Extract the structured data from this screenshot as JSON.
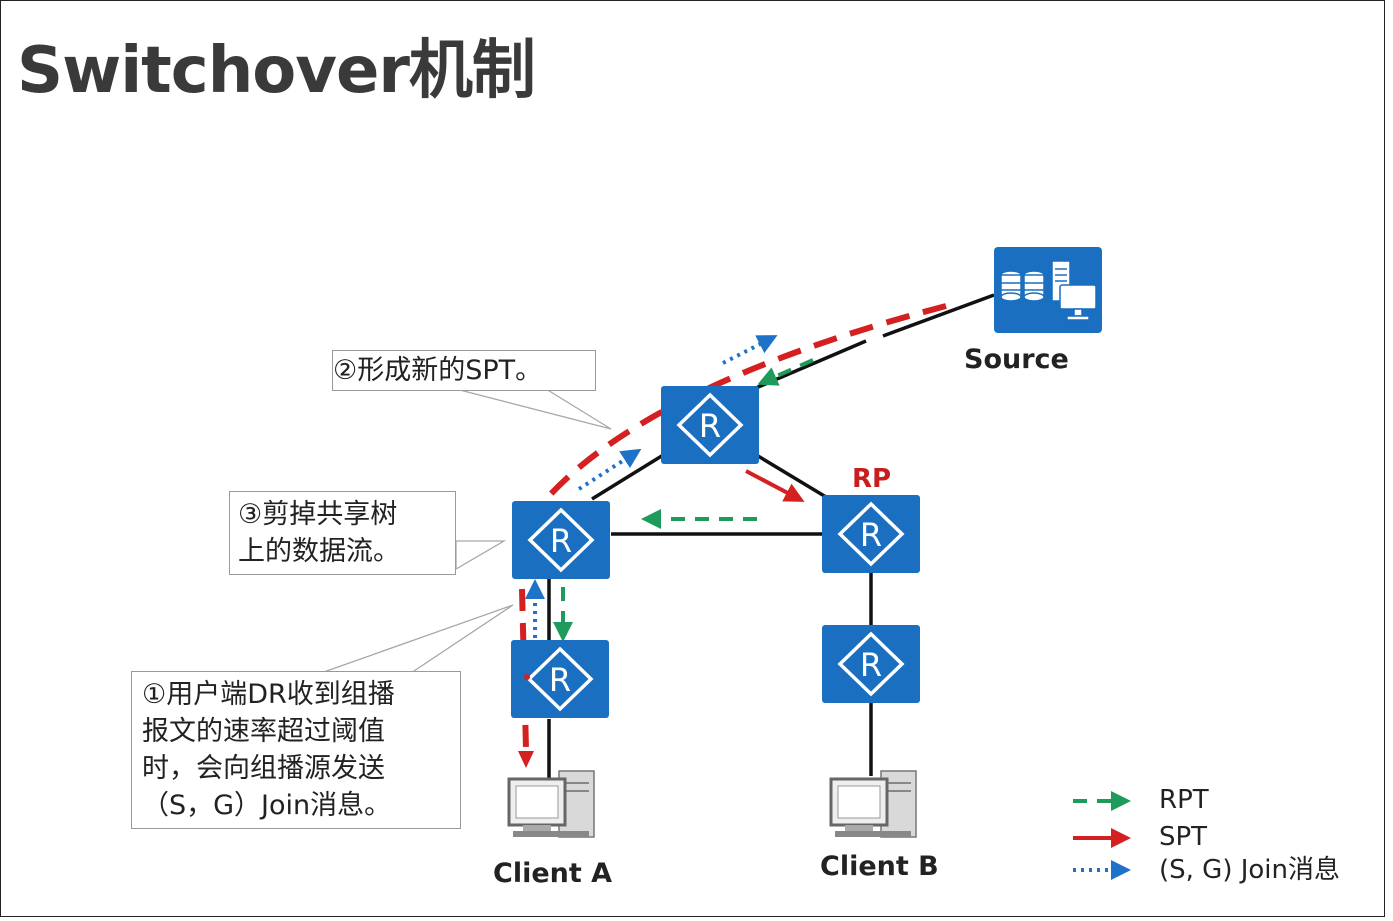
{
  "title": "Switchover机制",
  "callouts": {
    "step1": [
      "①用户端DR收到组播",
      "报文的速率超过阈值",
      "时，会向组播源发送",
      "（S，G）Join消息。"
    ],
    "step2": "②形成新的SPT。",
    "step3": [
      "③剪掉共享树",
      "上的数据流。"
    ]
  },
  "labels": {
    "source": "Source",
    "rp": "RP",
    "client_a": "Client A",
    "client_b": "Client B",
    "router": "R"
  },
  "legend": {
    "rpt": "RPT",
    "spt": "SPT",
    "join": "(S, G) Join消息"
  },
  "colors": {
    "router_fill": "#1a6fc0",
    "rpt": "#1e9a5a",
    "spt": "#d42020",
    "join": "#1e73c8",
    "rp_label": "#c81e1e"
  }
}
